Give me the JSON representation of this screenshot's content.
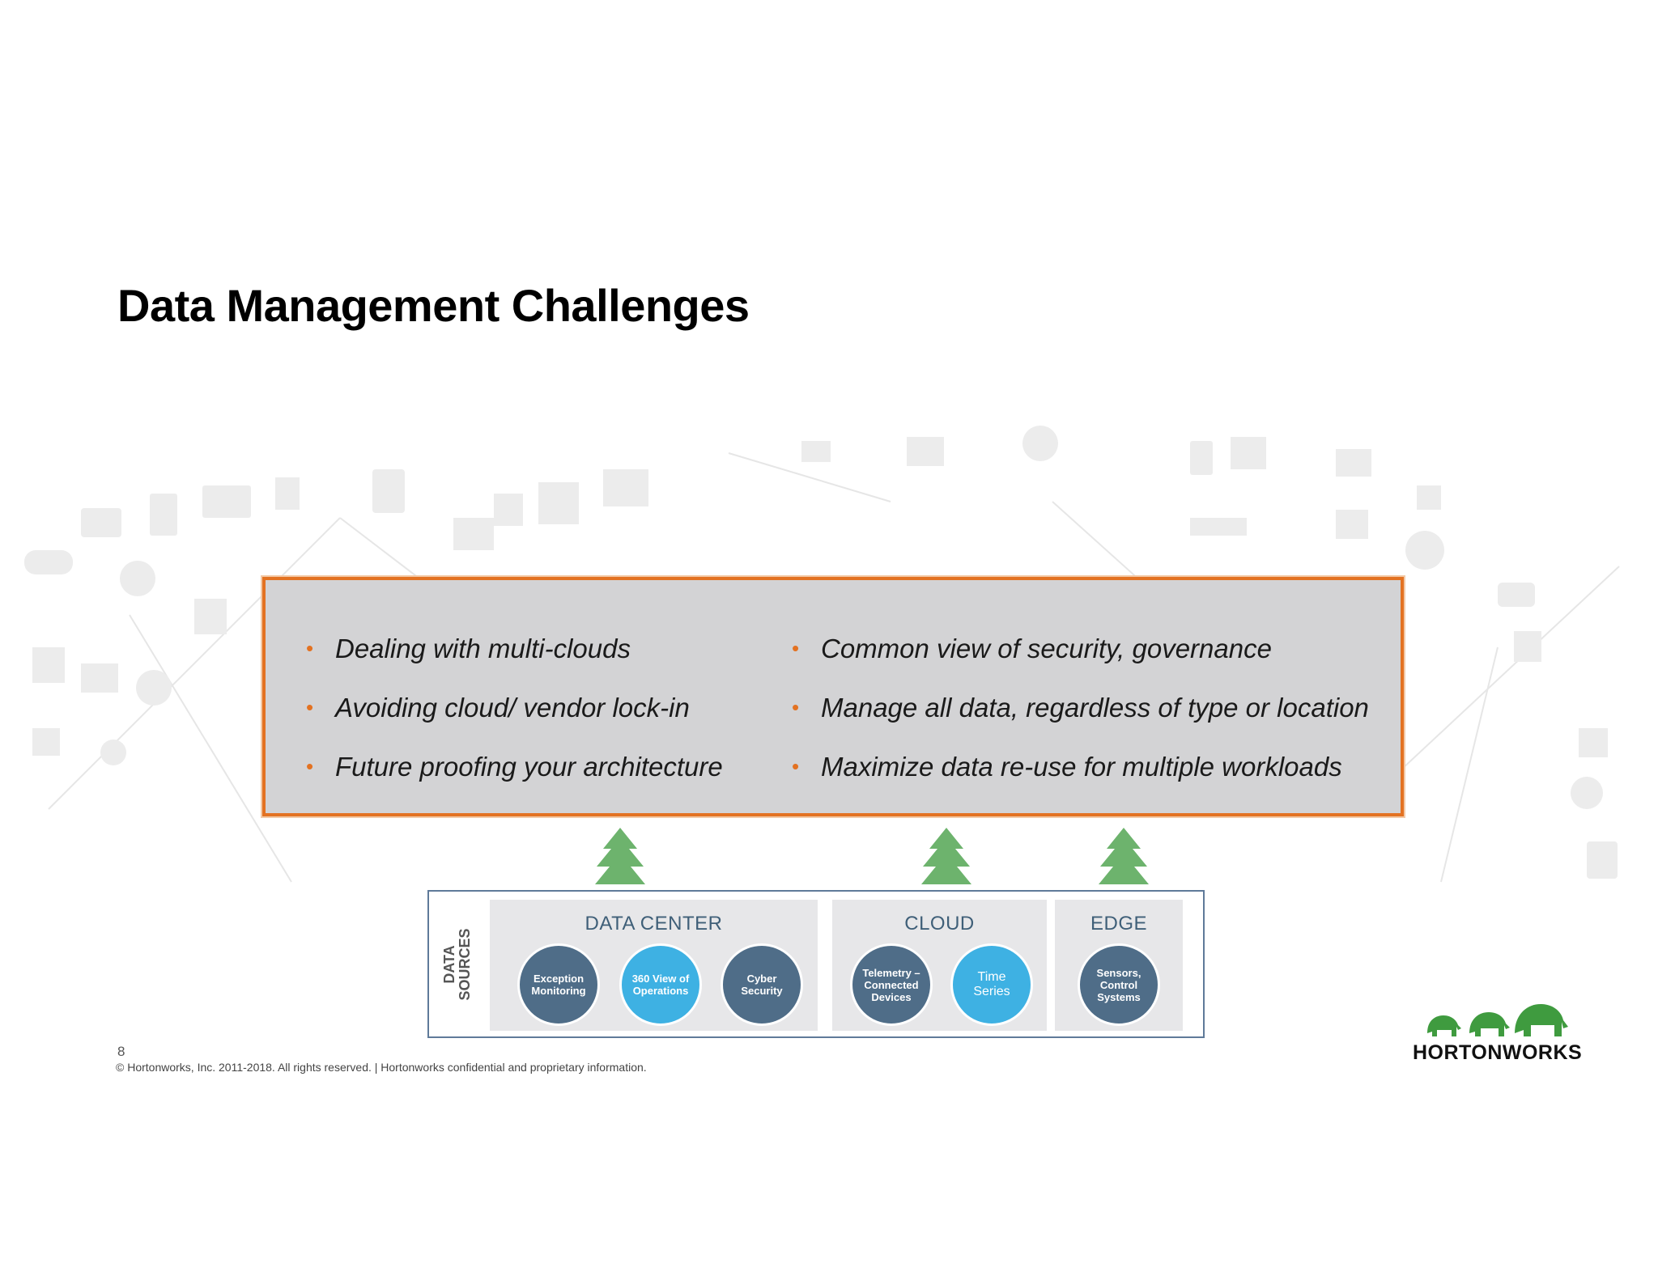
{
  "slide": {
    "title": "Data Management Challenges",
    "page_number": "8",
    "copyright": "© Hortonworks, Inc. 2011-2018. All rights reserved. | Hortonworks confidential and proprietary information.",
    "brand_name": "HORTONWORKS"
  },
  "challenges": {
    "left": [
      "Dealing with multi-clouds",
      "Avoiding cloud/ vendor lock-in",
      "Future proofing your architecture"
    ],
    "right": [
      "Common view of security, governance",
      "Manage all data, regardless of type or location",
      "Maximize data re-use for multiple workloads"
    ],
    "bullet_glyph": "•"
  },
  "data_sources": {
    "label_line1": "DATA",
    "label_line2": "SOURCES",
    "groups": [
      {
        "title": "DATA CENTER",
        "items": [
          "Exception Monitoring",
          "360 View of Operations",
          "Cyber Security"
        ]
      },
      {
        "title": "CLOUD",
        "items": [
          "Telemetry – Connected Devices",
          "Time Series"
        ]
      },
      {
        "title": "EDGE",
        "items": [
          "Sensors, Control Systems"
        ]
      }
    ]
  },
  "colors": {
    "accent_orange": "#e37222",
    "box_fill": "#d3d3d5",
    "arrow_green": "#6db36d",
    "circle_dark": "#4f6d88",
    "circle_light": "#3eb1e3",
    "logo_green": "#3f9b3f"
  }
}
